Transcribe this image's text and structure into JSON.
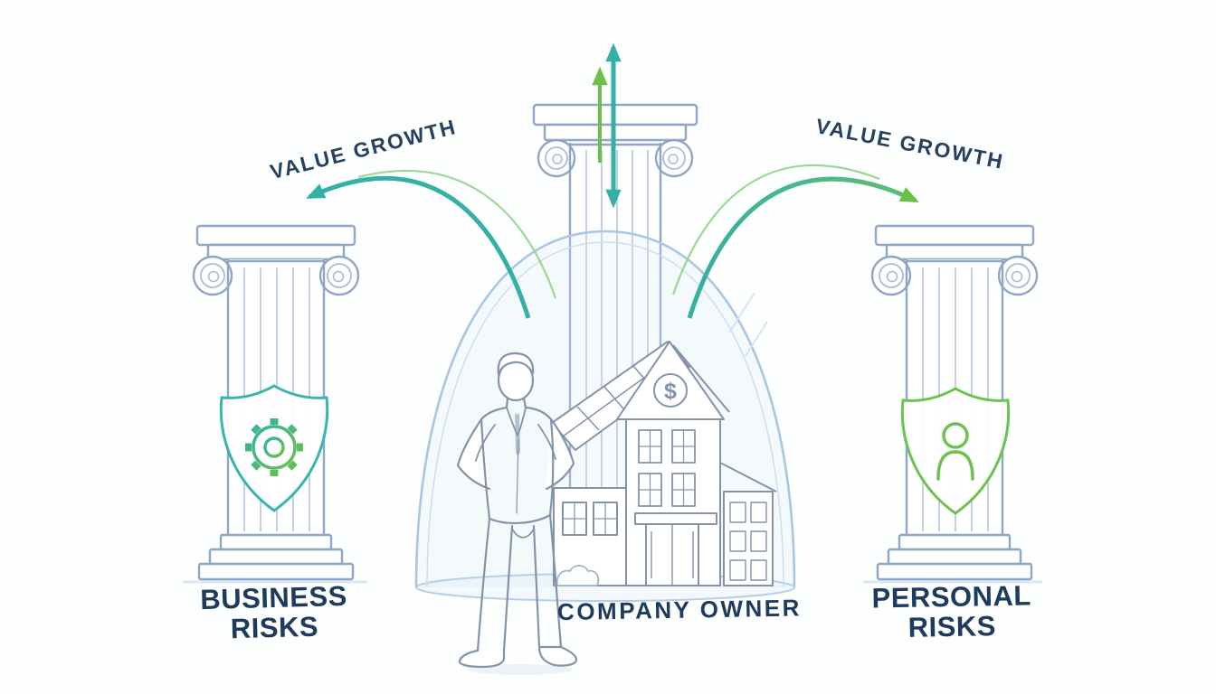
{
  "labels": {
    "value_growth_left": "VALUE GROWTH",
    "value_growth_right": "VALUE GROWTH",
    "business_risks": "BUSINESS\nRISKS",
    "personal_risks": "PERSONAL\nRISKS",
    "company_owner": "COMPANY OWNER"
  },
  "icons": {
    "dollar": "$",
    "left_shield_symbol": "gear-icon",
    "right_shield_symbol": "person-icon"
  },
  "colors": {
    "navy_text": "#1e3a5c",
    "teal_arrow": "#35b0a5",
    "green_arrow": "#6cc04a",
    "pillar_sketch": "#8ea6c8",
    "dome_glass": "#a9c6e2",
    "shield_teal": "#3ab5ac",
    "shield_green": "#6cc14f"
  }
}
